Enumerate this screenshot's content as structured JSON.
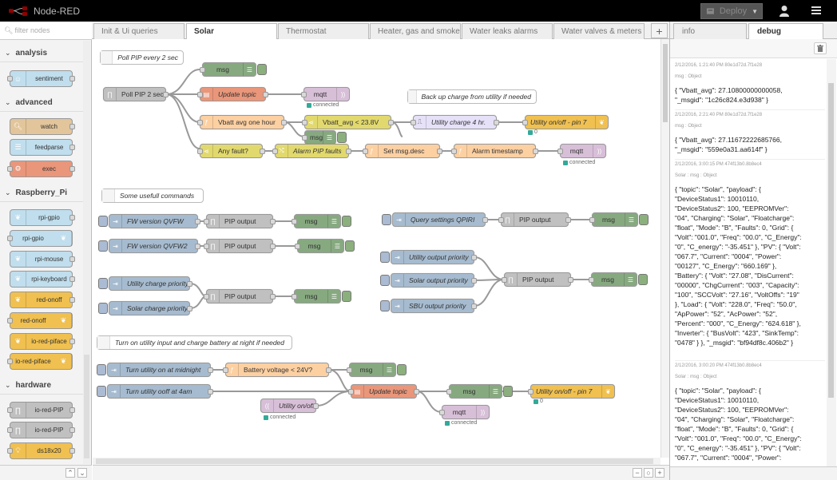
{
  "app": {
    "title": "Node-RED",
    "deploy_label": "Deploy"
  },
  "palette": {
    "search_placeholder": "filter nodes",
    "categories": [
      {
        "name": "analysis",
        "nodes": [
          "sentiment"
        ]
      },
      {
        "name": "advanced",
        "nodes": [
          "watch",
          "feedparse",
          "exec"
        ]
      },
      {
        "name": "Raspberry_Pi",
        "nodes": [
          "rpi-gpio",
          "rpi-gpio",
          "rpi-mouse",
          "rpi-keyboard",
          "red-onoff",
          "red-onoff",
          "io-red-piface",
          "io-red-piface"
        ]
      },
      {
        "name": "hardware",
        "nodes": [
          "io-red-PIP",
          "io-red-PIP",
          "ds18x20"
        ]
      }
    ]
  },
  "tabs": [
    "Init & Ui queries",
    "Solar",
    "Thermostat",
    "Heater, gas and smoke al",
    "Water leaks alarms",
    "Water valves & meters"
  ],
  "active_tab": "Solar",
  "flow": {
    "comments": [
      "Poll PIP every 2 sec",
      "Back up charge from utility if needed",
      "Some usefull commands",
      "Turn on utility input and charge battery at night if needed"
    ],
    "nodes": {
      "poll": "Poll PIP 2 sec",
      "msg": "msg",
      "update_topic": "Update topic",
      "mqtt": "mqtt",
      "vbatt_avg": "Vbatt avg one hour",
      "vbatt_switch": "Vbatt_avg < 23.8V",
      "utility_charge": "Utility charge 4 hr.",
      "utility_onoff7": "Utility on/off - pin 7",
      "any_fault": "Any fault?",
      "alarm_pip": "Alarm PIP faults",
      "set_msg_desc": "Set msg.desc",
      "alarm_ts": "Alarm timestamp",
      "fw_qvfw": "FW version QVFW",
      "pip_output": "PIP output",
      "fw_qvfw2": "FW version QVFW2",
      "util_charge_prio": "Utility charge priority",
      "solar_charge_prio": "Solar charge priority",
      "query_qpiri": "Query settings QPIRI",
      "util_out_prio": "Utility output priority",
      "solar_out_prio": "Solar output priority",
      "sbu_out_prio": "SBU output priority",
      "util_midnight": "Turn utility on at midnight",
      "batt_voltage": "Battery voltage < 24V?",
      "util_4am": "Turn utility ooff at 4am",
      "utility_onoff": "Utility on/off"
    },
    "status": {
      "connected": "connected",
      "zero": "0"
    }
  },
  "sidebar": {
    "tabs": [
      "info",
      "debug"
    ],
    "active_tab": "debug",
    "messages": [
      {
        "meta": "2/12/2016, 1:21:40 PM   80e1d72d.7f1e28",
        "meta2": "msg : Object",
        "body": "{ \"Vbatt_avg\": 27.10800000000058,\n\"_msgid\": \"1c26c824.e3d938\" }"
      },
      {
        "meta": "2/12/2016, 2:21:40 PM   80e1d72d.7f1e28",
        "meta2": "msg : Object",
        "body": "{ \"Vbatt_avg\": 27.11672222685766,\n\"_msgid\": \"559e0a31.aa614f\" }"
      },
      {
        "meta": "2/12/2016, 3:00:15 PM   474f13b0.8b8ec4",
        "meta2": "Solar : msg : Object",
        "body": "{ \"topic\": \"Solar\", \"payload\": {\n\"DeviceStatus1\": 10010110,\n\"DeviceStatus2\": 100, \"EEPROMVer\":\n\"04\", \"Charging\": \"Solar\", \"Floatcharge\":\n\"float\", \"Mode\": \"B\", \"Faults\": 0, \"Grid\": {\n\"Volt\": \"001.0\", \"Freq\": \"00.0\", \"C_Energy\":\n\"0\", \"C_energy\": \"-35.451\" }, \"PV\": { \"Volt\":\n\"067.7\", \"Current\": \"0004\", \"Power\":\n\"00127\", \"C_Energy\": \"660.169\" },\n\"Battery\": { \"Volt\": \"27.08\", \"DisCurrent\":\n\"00000\", \"ChgCurrent\": \"003\", \"Capacity\":\n\"100\", \"SCCVolt\": \"27.16\", \"VoltOffs\": \"19\"\n}, \"Load\": { \"Volt\": \"228.0\", \"Freq\": \"50.0\",\n\"ApPower\": \"52\", \"AcPower\": \"52\",\n\"Percent\": \"000\", \"C_Energy\": \"624.618\" },\n\"Inverter\": { \"BusVolt\": \"423\", \"SinkTemp\":\n\"0478\" } }, \"_msgid\": \"bf94df8c.406b2\" }"
      },
      {
        "meta": "2/12/2016, 3:00:20 PM   474f13b0.8b8ec4",
        "meta2": "Solar : msg : Object",
        "body": "{ \"topic\": \"Solar\", \"payload\": {\n\"DeviceStatus1\": 10010110,\n\"DeviceStatus2\": 100, \"EEPROMVer\":\n\"04\", \"Charging\": \"Solar\", \"Floatcharge\":\n\"float\", \"Mode\": \"B\", \"Faults\": 0, \"Grid\": {\n\"Volt\": \"001.0\", \"Freq\": \"00.0\", \"C_Energy\":\n\"0\", \"C_energy\": \"-35.451\" }, \"PV\": { \"Volt\":\n\"067.7\", \"Current\": \"0004\", \"Power\":"
      }
    ]
  },
  "colors": {
    "inject": "#a6bbcf",
    "function": "#fdd0a2",
    "switch": "#e2d96e",
    "debug": "#87a980",
    "mqtt": "#d8bfd8",
    "comment": "#ffffff",
    "trigger": "#e6e0f8",
    "rpi": "#c0deed",
    "output": "#c0c0c0",
    "template": "#e9967a",
    "orange": "#f0c050"
  }
}
